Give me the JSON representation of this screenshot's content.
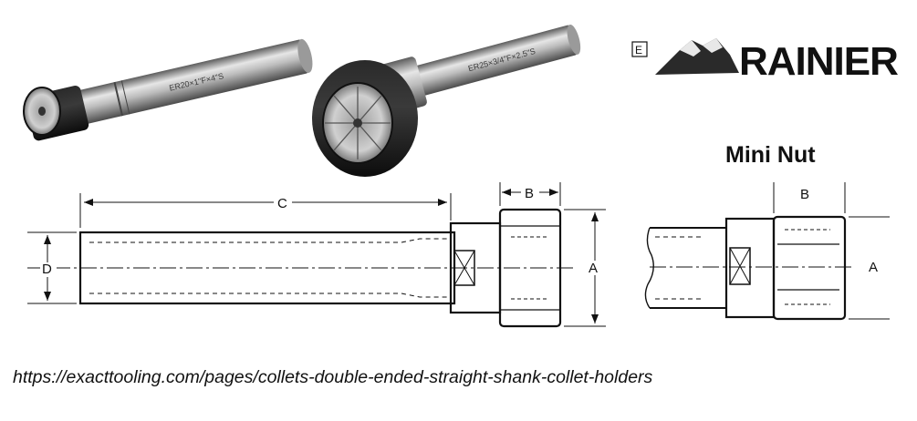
{
  "photo1": {
    "code": "ER20×1\"F×4\"S"
  },
  "photo2": {
    "code": "ER25×3/4\"F×2.5\"S"
  },
  "brand": {
    "badge": "E",
    "name": "RAINIER"
  },
  "mini_nut_title": "Mini Nut",
  "dimensions": {
    "c": "C",
    "b": "B",
    "d": "D",
    "a": "A",
    "mini_b": "B",
    "mini_a": "A"
  },
  "source_url": "https://exacttooling.com/pages/collets-double-ended-straight-shank-collet-holders",
  "colors": {
    "steel_light": "#d8d8d8",
    "steel_dark": "#6a6a6a",
    "nut_black": "#151515",
    "line": "#111111"
  }
}
